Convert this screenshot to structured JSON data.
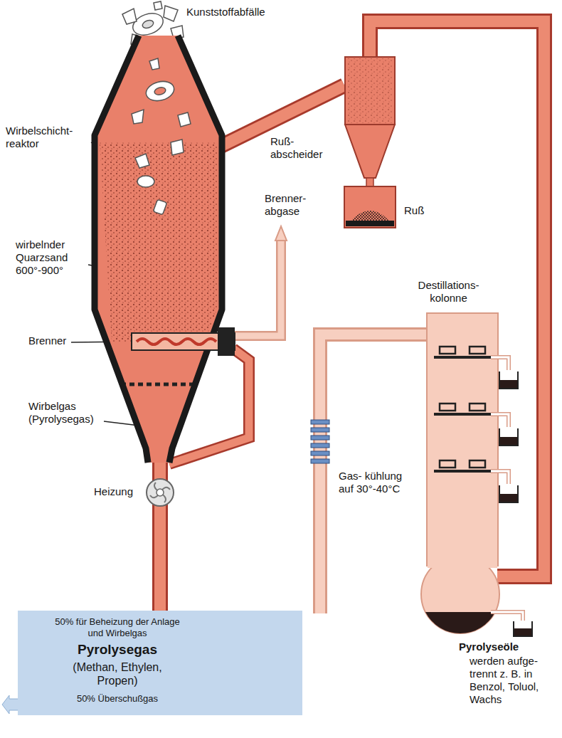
{
  "diagram": {
    "nodes": [
      {
        "text": [
          "Wirbelschicht- reaktor"
        ]
      },
      {
        "text": [
          "Ruß- abscheider"
        ]
      },
      {
        "text": [
          "Destillations- kolonne"
        ]
      },
      {
        "text": [
          "50% für Beheizung der Anlage und Wirbelgas",
          "Pyrolysegas",
          "(Methan, Ethylen, Propen)",
          "50% Überschußgas"
        ]
      },
      {
        "text": [
          "Heizung"
        ]
      }
    ],
    "edges": [
      {
        "from": 0,
        "to": 1,
        "arrow": "none"
      },
      {
        "from": 1,
        "to": 2,
        "arrow": "none"
      },
      {
        "from": 2,
        "to": 3,
        "arrow": "none"
      },
      {
        "from": 3,
        "to": 4,
        "arrow": "none"
      },
      {
        "from": 4,
        "to": 0,
        "arrow": "none"
      }
    ],
    "labels": [
      "Kunststoffabfälle",
      "wirbelnder Quarzsand 600°-900°",
      "Brenner",
      "Wirbelgas (Pyrolysegas)",
      "Ruß",
      "Brenner- abgase",
      "Gas- kühlung auf 30°-40°C",
      "Pyrolyseöle",
      "werden aufge- trennt z. B. in Benzol, Toluol, Wachs"
    ]
  }
}
